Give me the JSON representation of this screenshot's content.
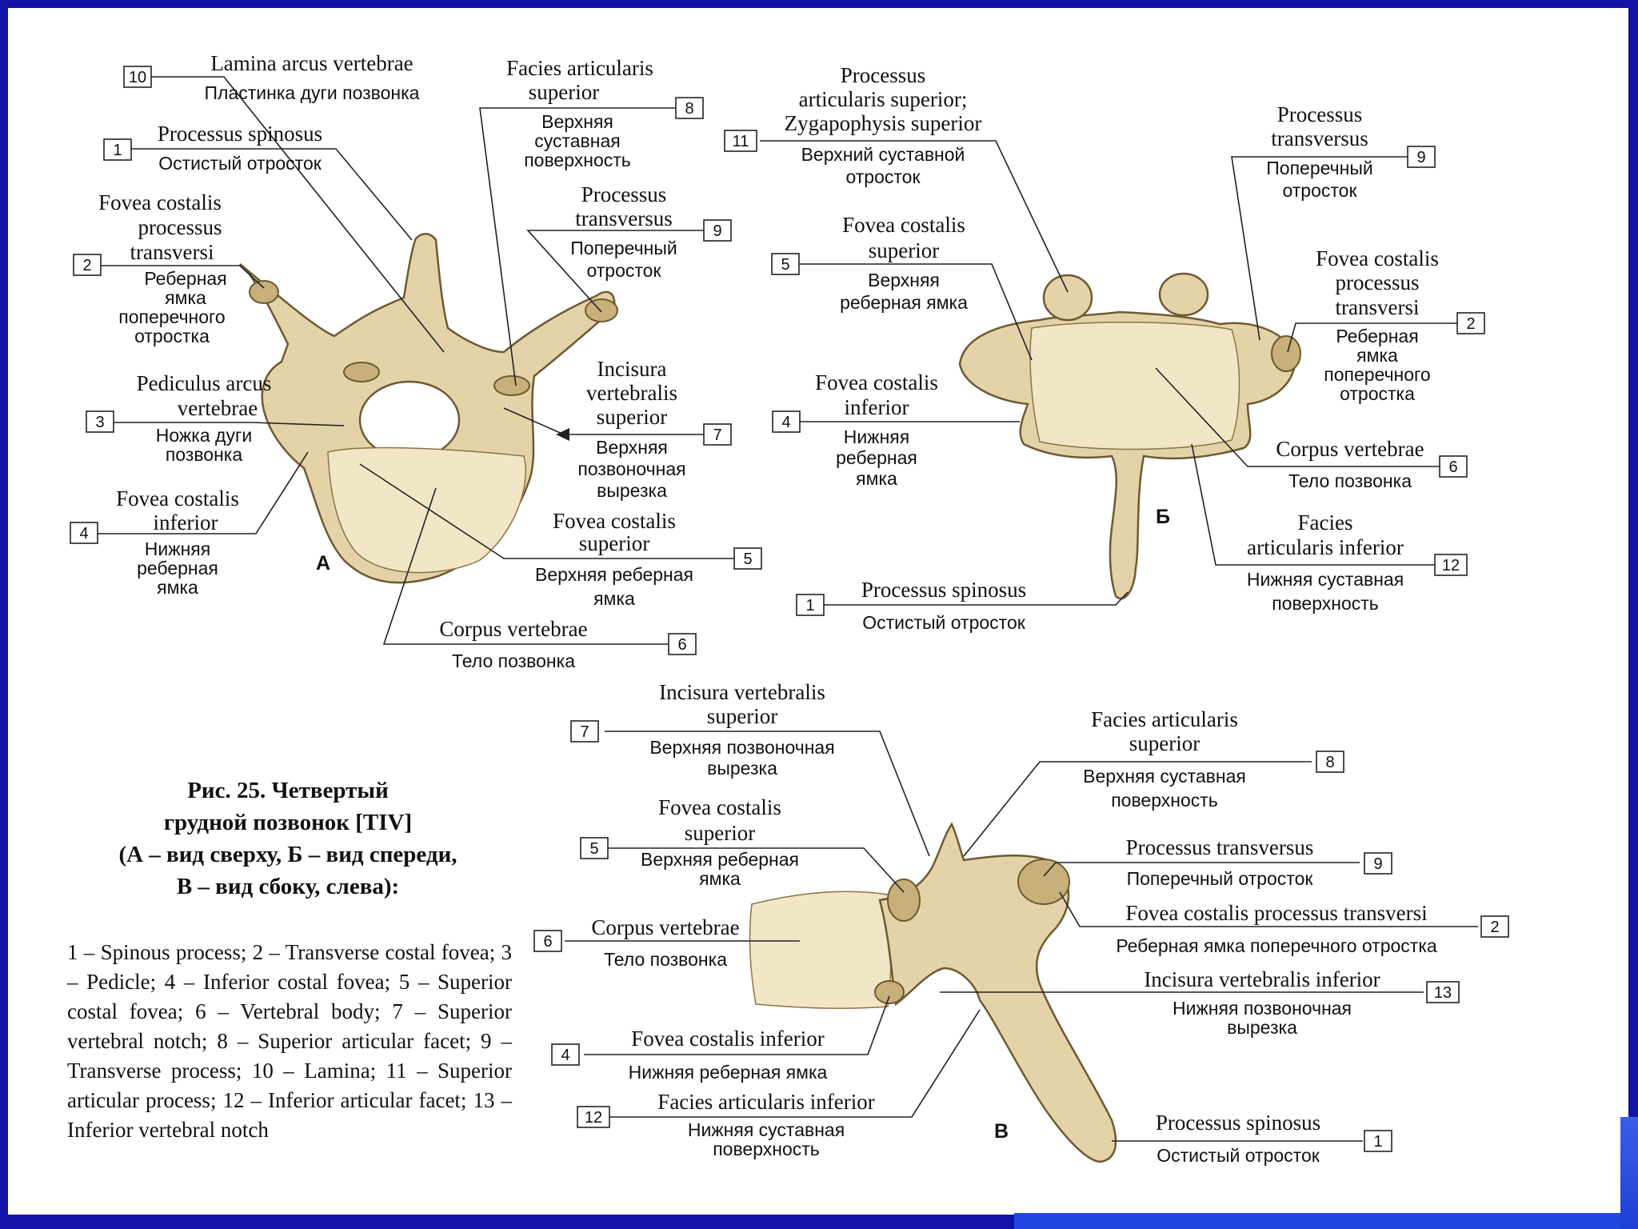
{
  "colors": {
    "border": "#1313a8",
    "bone": "#e4d3a8",
    "accent": "#1f47e0"
  },
  "views": {
    "a": "А",
    "b": "Б",
    "c": "В"
  },
  "caption": {
    "lines": [
      "Рис. 25. Четвертый",
      "грудной позвонок [TIV]",
      "(А – вид сверху, Б – вид спереди,",
      "В – вид сбоку, слева):"
    ]
  },
  "legend_text": "1 – Spinous process; 2 – Transverse costal fovea; 3 – Pedicle; 4 – Inferior costal fovea; 5 – Superior costal fovea; 6 – Vertebral body; 7 – Superior vertebral notch; 8 – Superior articular facet; 9 – Transverse process; 10 – Lamina; 11 – Superior articular process; 12 – Inferior articular facet; 13 – Inferior vertebral notch",
  "labels_a": {
    "l10": {
      "num": "10",
      "lat": [
        "Lamina arcus vertebrae"
      ],
      "rus": [
        "Пластинка дуги позвонка"
      ]
    },
    "l1": {
      "num": "1",
      "lat": [
        "Processus spinosus"
      ],
      "rus": [
        "Остистый отросток"
      ]
    },
    "l2": {
      "num": "2",
      "lat": [
        "Fovea costalis",
        "processus",
        "transversi"
      ],
      "rus": [
        "Реберная",
        "ямка",
        "поперечного",
        "отростка"
      ]
    },
    "l3": {
      "num": "3",
      "lat": [
        "Pediculus arcus",
        "vertebrae"
      ],
      "rus": [
        "Ножка дуги",
        "позвонка"
      ]
    },
    "l4": {
      "num": "4",
      "lat": [
        "Fovea costalis",
        "inferior"
      ],
      "rus": [
        "Нижняя",
        "реберная",
        "ямка"
      ]
    },
    "l8": {
      "num": "8",
      "lat": [
        "Facies articularis",
        "superior"
      ],
      "rus": [
        "Верхняя",
        "суставная",
        "поверхность"
      ]
    },
    "l9": {
      "num": "9",
      "lat": [
        "Processus",
        "transversus"
      ],
      "rus": [
        "Поперечный",
        "отросток"
      ]
    },
    "l7": {
      "num": "7",
      "lat": [
        "Incisura",
        "vertebralis",
        "superior"
      ],
      "rus": [
        "Верхняя",
        "позвоночная",
        "вырезка"
      ]
    },
    "l5": {
      "num": "5",
      "lat": [
        "Fovea costalis",
        "superior"
      ],
      "rus": [
        "Верхняя реберная",
        "ямка"
      ]
    },
    "l6": {
      "num": "6",
      "lat": [
        "Corpus vertebrae"
      ],
      "rus": [
        "Тело позвонка"
      ]
    }
  },
  "labels_b": {
    "l11": {
      "num": "11",
      "lat": [
        "Processus",
        "articularis superior;",
        "Zygapophysis superior"
      ],
      "rus": [
        "Верхний суставной",
        "отросток"
      ]
    },
    "l9": {
      "num": "9",
      "lat": [
        "Processus",
        "transversus"
      ],
      "rus": [
        "Поперечный",
        "отросток"
      ]
    },
    "l5": {
      "num": "5",
      "lat": [
        "Fovea costalis",
        "superior"
      ],
      "rus": [
        "Верхняя",
        "реберная ямка"
      ]
    },
    "l2": {
      "num": "2",
      "lat": [
        "Fovea costalis",
        "processus",
        "transversi"
      ],
      "rus": [
        "Реберная",
        "ямка",
        "поперечного",
        "отростка"
      ]
    },
    "l4": {
      "num": "4",
      "lat": [
        "Fovea costalis",
        "inferior"
      ],
      "rus": [
        "Нижняя",
        "реберная",
        "ямка"
      ]
    },
    "l6": {
      "num": "6",
      "lat": [
        "Corpus vertebrae"
      ],
      "rus": [
        "Тело позвонка"
      ]
    },
    "l12": {
      "num": "12",
      "lat": [
        "Facies",
        "articularis inferior"
      ],
      "rus": [
        "Нижняя суставная",
        "поверхность"
      ]
    },
    "l1": {
      "num": "1",
      "lat": [
        "Processus spinosus"
      ],
      "rus": [
        "Остистый отросток"
      ]
    }
  },
  "labels_c": {
    "l7": {
      "num": "7",
      "lat": [
        "Incisura vertebralis",
        "superior"
      ],
      "rus": [
        "Верхняя позвоночная",
        "вырезка"
      ]
    },
    "l8": {
      "num": "8",
      "lat": [
        "Facies articularis",
        "superior"
      ],
      "rus": [
        "Верхняя суставная",
        "поверхность"
      ]
    },
    "l5": {
      "num": "5",
      "lat": [
        "Fovea costalis",
        "superior"
      ],
      "rus": [
        "Верхняя реберная",
        "ямка"
      ]
    },
    "l9": {
      "num": "9",
      "lat": [
        "Processus transversus"
      ],
      "rus": [
        "Поперечный отросток"
      ]
    },
    "l6": {
      "num": "6",
      "lat": [
        "Corpus vertebrae"
      ],
      "rus": [
        "Тело позвонка"
      ]
    },
    "l2": {
      "num": "2",
      "lat": [
        "Fovea costalis processus transversi"
      ],
      "rus": [
        "Реберная ямка поперечного отростка"
      ]
    },
    "l13": {
      "num": "13",
      "lat": [
        "Incisura vertebralis inferior"
      ],
      "rus": [
        "Нижняя позвоночная",
        "вырезка"
      ]
    },
    "l4": {
      "num": "4",
      "lat": [
        "Fovea costalis inferior"
      ],
      "rus": [
        "Нижняя реберная ямка"
      ]
    },
    "l12": {
      "num": "12",
      "lat": [
        "Facies articularis inferior"
      ],
      "rus": [
        "Нижняя суставная",
        "поверхность"
      ]
    },
    "l1": {
      "num": "1",
      "lat": [
        "Processus spinosus"
      ],
      "rus": [
        "Остистый отросток"
      ]
    }
  }
}
